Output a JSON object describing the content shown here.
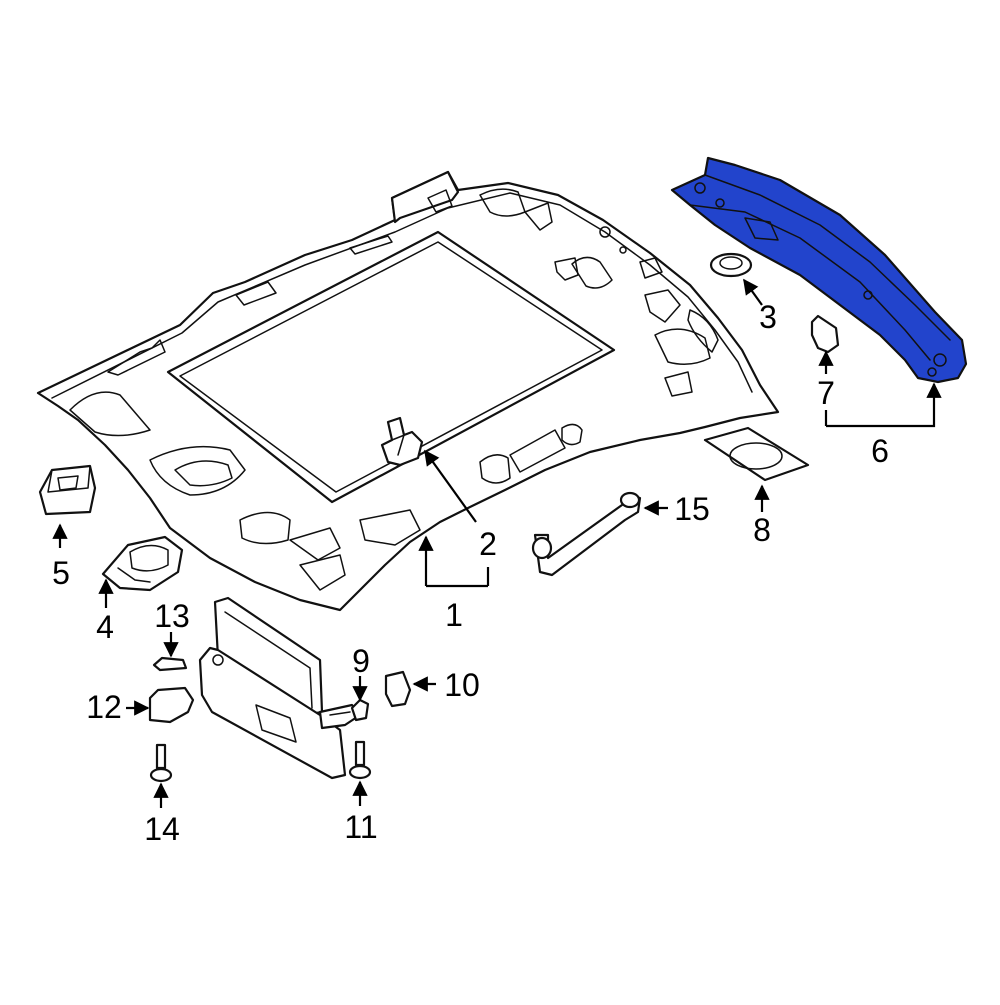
{
  "diagram": {
    "highlight_color": "#2244cc",
    "callouts": [
      {
        "id": "c1",
        "label": "1"
      },
      {
        "id": "c2",
        "label": "2"
      },
      {
        "id": "c3",
        "label": "3"
      },
      {
        "id": "c4",
        "label": "4"
      },
      {
        "id": "c5",
        "label": "5"
      },
      {
        "id": "c6",
        "label": "6"
      },
      {
        "id": "c7",
        "label": "7"
      },
      {
        "id": "c8",
        "label": "8"
      },
      {
        "id": "c9",
        "label": "9"
      },
      {
        "id": "c10",
        "label": "10"
      },
      {
        "id": "c11",
        "label": "11"
      },
      {
        "id": "c12",
        "label": "12"
      },
      {
        "id": "c13",
        "label": "13"
      },
      {
        "id": "c14",
        "label": "14"
      },
      {
        "id": "c15",
        "label": "15"
      }
    ]
  }
}
